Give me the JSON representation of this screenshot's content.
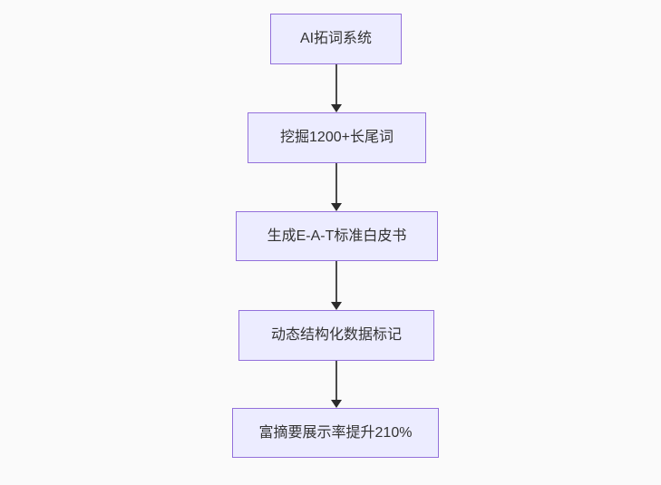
{
  "diagram": {
    "type": "flowchart",
    "direction": "top-down",
    "background_color": "#fafafa",
    "node_fill_color": "#ececff",
    "node_border_color": "#9370db",
    "node_text_color": "#333333",
    "arrow_color": "#333333",
    "nodes": [
      {
        "id": "A",
        "label": "AI拓词系统"
      },
      {
        "id": "B",
        "label": "挖掘1200+长尾词"
      },
      {
        "id": "C",
        "label": "生成E-A-T标准白皮书"
      },
      {
        "id": "D",
        "label": "动态结构化数据标记"
      },
      {
        "id": "E",
        "label": "富摘要展示率提升210%"
      }
    ],
    "edges": [
      {
        "from": "A",
        "to": "B"
      },
      {
        "from": "B",
        "to": "C"
      },
      {
        "from": "C",
        "to": "D"
      },
      {
        "from": "D",
        "to": "E"
      }
    ]
  }
}
